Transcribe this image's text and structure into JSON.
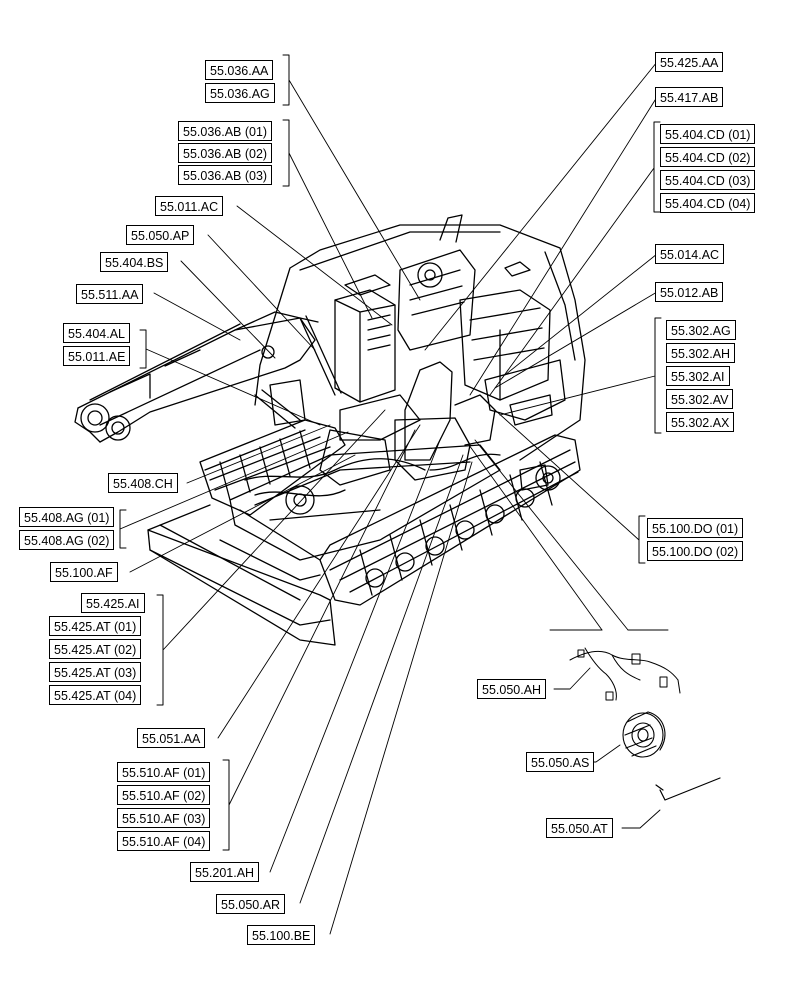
{
  "callouts": {
    "c_55036AA": "55.036.AA",
    "c_55036AG": "55.036.AG",
    "c_55036AB01": "55.036.AB (01)",
    "c_55036AB02": "55.036.AB (02)",
    "c_55036AB03": "55.036.AB (03)",
    "c_55011AC": "55.011.AC",
    "c_55050AP": "55.050.AP",
    "c_55404BS": "55.404.BS",
    "c_55511AA": "55.511.AA",
    "c_55404AL": "55.404.AL",
    "c_55011AE": "55.011.AE",
    "c_55408CH": "55.408.CH",
    "c_55408AG01": "55.408.AG (01)",
    "c_55408AG02": "55.408.AG (02)",
    "c_55100AF": "55.100.AF",
    "c_55425AI": "55.425.AI",
    "c_55425AT01": "55.425.AT (01)",
    "c_55425AT02": "55.425.AT (02)",
    "c_55425AT03": "55.425.AT (03)",
    "c_55425AT04": "55.425.AT (04)",
    "c_55051AA": "55.051.AA",
    "c_55510AF01": "55.510.AF (01)",
    "c_55510AF02": "55.510.AF (02)",
    "c_55510AF03": "55.510.AF (03)",
    "c_55510AF04": "55.510.AF (04)",
    "c_55201AH": "55.201.AH",
    "c_55050AR": "55.050.AR",
    "c_55100BE": "55.100.BE",
    "c_55425AA": "55.425.AA",
    "c_55417AB": "55.417.AB",
    "c_55404CD01": "55.404.CD (01)",
    "c_55404CD02": "55.404.CD (02)",
    "c_55404CD03": "55.404.CD (03)",
    "c_55404CD04": "55.404.CD (04)",
    "c_55014AC": "55.014.AC",
    "c_55012AB": "55.012.AB",
    "c_55302AG": "55.302.AG",
    "c_55302AH": "55.302.AH",
    "c_55302AI": "55.302.AI",
    "c_55302AV": "55.302.AV",
    "c_55302AX": "55.302.AX",
    "c_55100DO01": "55.100.DO (01)",
    "c_55100DO02": "55.100.DO (02)",
    "c_55050AH": "55.050.AH",
    "c_55050AS": "55.050.AS",
    "c_55050AT": "55.050.AT"
  }
}
